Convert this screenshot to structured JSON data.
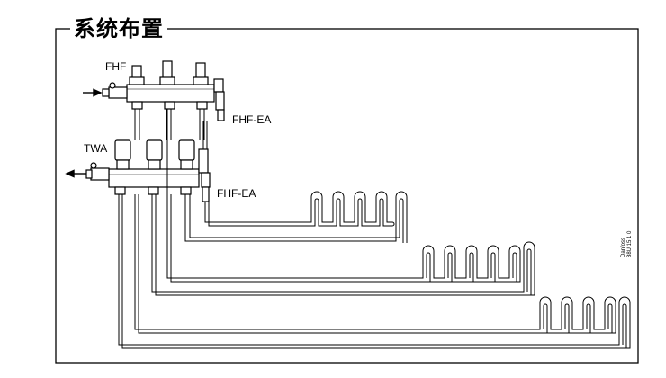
{
  "title": "系统布置",
  "labels": {
    "fhf": "FHF",
    "fhf_ea_1": "FHF-EA",
    "twa": "TWA",
    "fhf_ea_2": "FHF-EA"
  },
  "drawing_code": {
    "line1": "Danfoss",
    "line2": "88U 15 1 0"
  },
  "colors": {
    "line": "#000000",
    "background": "#ffffff"
  }
}
